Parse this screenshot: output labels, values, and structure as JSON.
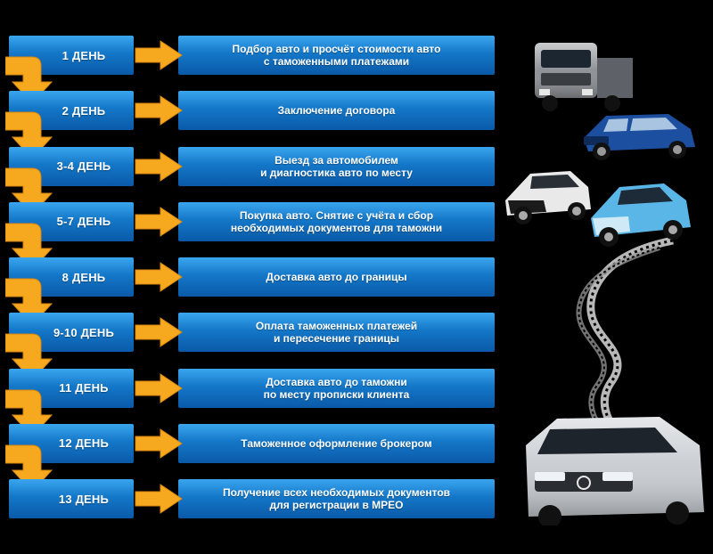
{
  "steps": [
    {
      "day": "1 ДЕНЬ",
      "text": "Подбор авто и просчёт стоимости авто\nс таможенными платежами"
    },
    {
      "day": "2 ДЕНЬ",
      "text": "Заключение договора"
    },
    {
      "day": "3-4 ДЕНЬ",
      "text": "Выезд за автомобилем\nи диагностика авто по месту"
    },
    {
      "day": "5-7 ДЕНЬ",
      "text": "Покупка авто.  Снятие с учёта и сбор\nнеобходимых документов для таможни"
    },
    {
      "day": "8 ДЕНЬ",
      "text": "Доставка авто до границы"
    },
    {
      "day": "9-10 ДЕНЬ",
      "text": "Оплата таможенных платежей\nи пересечение границы"
    },
    {
      "day": "11 ДЕНЬ",
      "text": "Доставка авто до таможни\nпо месту прописки клиента"
    },
    {
      "day": "12 ДЕНЬ",
      "text": "Таможенное оформление брокером"
    },
    {
      "day": "13 ДЕНЬ",
      "text": "Получение всех необходимых документов\nдля регистрации в МРЕО"
    }
  ],
  "colors": {
    "background": "#000000",
    "band_top": "#3aa6ee",
    "band_bottom": "#0a5aa8",
    "arrow": "#f6a91f",
    "arrow_dark": "#d9860c"
  },
  "icons": [
    "truck-icon",
    "suv-icon",
    "coupe-icon",
    "hatchback-icon",
    "minivan-icon",
    "road-icon"
  ]
}
